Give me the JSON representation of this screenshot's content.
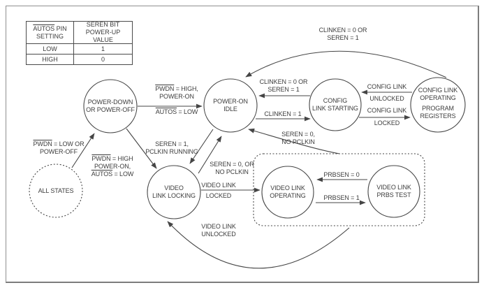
{
  "accent_line_color": "#454545",
  "table": {
    "h1a": "AUTOS",
    "h1b": " PIN",
    "h1_l2": "SETTING",
    "h2_l1": "SEREN BIT",
    "h2_l2": "POWER-UP VALUE",
    "r1c1": "LOW",
    "r1c2": "1",
    "r2c1": "HIGH",
    "r2c2": "0"
  },
  "states": {
    "power_down": {
      "l1": "POWER-DOWN",
      "l2": "OR POWER-OFF"
    },
    "power_on_idle": {
      "l1": "POWER-ON",
      "l2": "IDLE"
    },
    "config_link_starting": {
      "l1": "CONFIG",
      "l2": "LINK STARTING"
    },
    "config_link_operating": {
      "l1": "CONFIG LINK",
      "l2": "OPERATING",
      "l3": "PROGRAM",
      "l4": "REGISTERS"
    },
    "all_states": {
      "l1": "ALL STATES"
    },
    "video_link_locking": {
      "l1": "VIDEO",
      "l2": "LINK LOCKING"
    },
    "video_link_operating": {
      "l1": "VIDEO LINK",
      "l2": "OPERATING"
    },
    "video_link_prbs_test": {
      "l1": "VIDEO LINK",
      "l2": "PRBS TEST"
    }
  },
  "labels": {
    "top_loop": {
      "l1": "CLINKEN = 0 OR",
      "l2": "SEREN = 1"
    },
    "pd_to_idle": {
      "l1a": "PWDN",
      "l1b": " = HIGH,",
      "l2": "POWER-ON",
      "l3a": "AUTOS",
      "l3b": " = LOW"
    },
    "starting_to_idle": {
      "l1": "CLINKEN = 0 OR",
      "l2": "SEREN = 1"
    },
    "idle_to_starting": {
      "l1": "CLINKEN = 1"
    },
    "operating_to_starting": {
      "l1": "CONFIG LINK",
      "l2": "UNLOCKED"
    },
    "starting_to_operating": {
      "l1": "CONFIG LINK",
      "l2": "LOCKED"
    },
    "all_to_pd": {
      "l1a": "PWDN",
      "l1b": " = LOW OR",
      "l2": "POWER-OFF"
    },
    "pd_to_locking": {
      "l1a": "PWDN",
      "l1b": " = HIGH",
      "l2": "POWER-ON,",
      "l3a": "AUTOS",
      "l3b": " = LOW"
    },
    "idle_to_locking": {
      "l1": "SEREN = 1,",
      "l2": "PCLKIN RUNNING"
    },
    "locking_to_idle": {
      "l1": "SEREN = 0, OR",
      "l2": "NO PCLKIN"
    },
    "group_to_idle": {
      "l1": "SEREN = 0,",
      "l2": "NO PCLKIN"
    },
    "locking_to_voperating": {
      "l1": "VIDEO LINK",
      "l2": "LOCKED"
    },
    "prbs_to_voperating": {
      "l1": "PRBSEN = 0"
    },
    "voperating_to_prbs": {
      "l1": "PRBSEN = 1"
    },
    "group_to_locking": {
      "l1": "VIDEO LINK",
      "l2": "UNLOCKED"
    }
  }
}
